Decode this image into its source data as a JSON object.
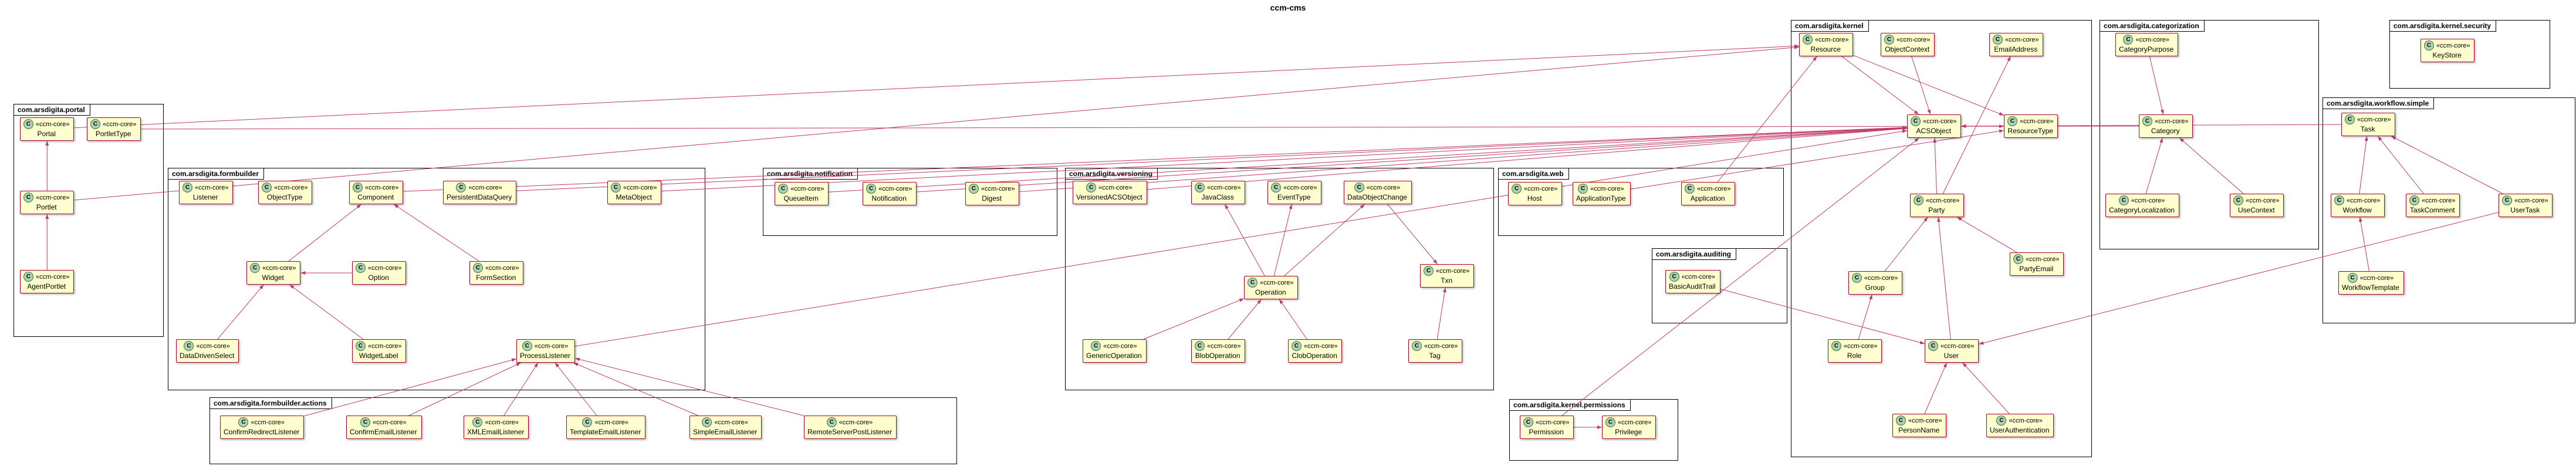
{
  "title": "ccm-cms",
  "stereotype": "«ccm-core»",
  "icon_letter": "C",
  "colors": {
    "background": "#ffffff",
    "class_fill": "#fefece",
    "class_border": "#a80036",
    "package_border": "#000000",
    "edge": "#c0396b",
    "icon_fill": "#add1b2"
  },
  "packages": {
    "portal": "com.arsdigita.portal",
    "formbuilder": "com.arsdigita.formbuilder",
    "formbuilder_actions": "com.arsdigita.formbuilder.actions",
    "notification": "com.arsdigita.notification",
    "versioning": "com.arsdigita.versioning",
    "web": "com.arsdigita.web",
    "kernel": "com.arsdigita.kernel",
    "auditing": "com.arsdigita.auditing",
    "kernel_permissions": "com.arsdigita.kernel.permissions",
    "categorization": "com.arsdigita.categorization",
    "kernel_security": "com.arsdigita.kernel.security",
    "workflow_simple": "com.arsdigita.workflow.simple"
  },
  "classes": {
    "Portal": "Portal",
    "PortletType": "PortletType",
    "Portlet": "Portlet",
    "AgentPortlet": "AgentPortlet",
    "Listener": "Listener",
    "ObjectType": "ObjectType",
    "Component": "Component",
    "PersistentDataQuery": "PersistentDataQuery",
    "MetaObject": "MetaObject",
    "Widget": "Widget",
    "Option": "Option",
    "FormSection": "FormSection",
    "DataDrivenSelect": "DataDrivenSelect",
    "WidgetLabel": "WidgetLabel",
    "ProcessListener": "ProcessListener",
    "ConfirmRedirectListener": "ConfirmRedirectListener",
    "ConfirmEmailListener": "ConfirmEmailListener",
    "XMLEmailListener": "XMLEmailListener",
    "TemplateEmailListener": "TemplateEmailListener",
    "SimpleEmailListener": "SimpleEmailListener",
    "RemoteServerPostListener": "RemoteServerPostListener",
    "QueueItem": "QueueItem",
    "Notification": "Notification",
    "Digest": "Digest",
    "VersionedACSObject": "VersionedACSObject",
    "JavaClass": "JavaClass",
    "EventType": "EventType",
    "DataObjectChange": "DataObjectChange",
    "Operation": "Operation",
    "Txn": "Txn",
    "GenericOperation": "GenericOperation",
    "BlobOperation": "BlobOperation",
    "ClobOperation": "ClobOperation",
    "Tag": "Tag",
    "Host": "Host",
    "ApplicationType": "ApplicationType",
    "Application": "Application",
    "Resource": "Resource",
    "ObjectContext": "ObjectContext",
    "EmailAddress": "EmailAddress",
    "ACSObject": "ACSObject",
    "ResourceType": "ResourceType",
    "Party": "Party",
    "PartyEmail": "PartyEmail",
    "Group": "Group",
    "Role": "Role",
    "User": "User",
    "PersonName": "PersonName",
    "UserAuthentication": "UserAuthentication",
    "BasicAuditTrail": "BasicAuditTrail",
    "Permission": "Permission",
    "Privilege": "Privilege",
    "CategoryPurpose": "CategoryPurpose",
    "Category": "Category",
    "CategoryLocalization": "CategoryLocalization",
    "UseContext": "UseContext",
    "KeyStore": "KeyStore",
    "Task": "Task",
    "Workflow": "Workflow",
    "TaskComment": "TaskComment",
    "UserTask": "UserTask",
    "WorkflowTemplate": "WorkflowTemplate"
  },
  "edges": [
    {
      "from": "AgentPortlet",
      "to": "Portlet"
    },
    {
      "from": "Portlet",
      "to": "Portal"
    },
    {
      "from": "Portal",
      "to": "Resource"
    },
    {
      "from": "PortletType",
      "to": "ResourceType"
    },
    {
      "from": "Portlet",
      "to": "Resource"
    },
    {
      "from": "Widget",
      "to": "Component"
    },
    {
      "from": "FormSection",
      "to": "Component"
    },
    {
      "from": "Option",
      "to": "Widget"
    },
    {
      "from": "WidgetLabel",
      "to": "Widget"
    },
    {
      "from": "DataDrivenSelect",
      "to": "Widget"
    },
    {
      "from": "Component",
      "to": "ACSObject"
    },
    {
      "from": "ProcessListener",
      "to": "ACSObject"
    },
    {
      "from": "PersistentDataQuery",
      "to": "ACSObject"
    },
    {
      "from": "MetaObject",
      "to": "ACSObject"
    },
    {
      "from": "ConfirmRedirectListener",
      "to": "ProcessListener"
    },
    {
      "from": "ConfirmEmailListener",
      "to": "ProcessListener"
    },
    {
      "from": "XMLEmailListener",
      "to": "ProcessListener"
    },
    {
      "from": "TemplateEmailListener",
      "to": "ProcessListener"
    },
    {
      "from": "SimpleEmailListener",
      "to": "ProcessListener"
    },
    {
      "from": "RemoteServerPostListener",
      "to": "ProcessListener"
    },
    {
      "from": "QueueItem",
      "to": "ACSObject"
    },
    {
      "from": "Notification",
      "to": "ACSObject"
    },
    {
      "from": "Digest",
      "to": "ACSObject"
    },
    {
      "from": "VersionedACSObject",
      "to": "ACSObject"
    },
    {
      "from": "GenericOperation",
      "to": "Operation"
    },
    {
      "from": "BlobOperation",
      "to": "Operation"
    },
    {
      "from": "ClobOperation",
      "to": "Operation"
    },
    {
      "from": "Operation",
      "to": "DataObjectChange"
    },
    {
      "from": "Operation",
      "to": "EventType"
    },
    {
      "from": "Operation",
      "to": "JavaClass"
    },
    {
      "from": "DataObjectChange",
      "to": "Txn"
    },
    {
      "from": "Tag",
      "to": "Txn"
    },
    {
      "from": "Application",
      "to": "Resource"
    },
    {
      "from": "ApplicationType",
      "to": "ResourceType"
    },
    {
      "from": "Resource",
      "to": "ACSObject"
    },
    {
      "from": "Resource",
      "to": "ResourceType"
    },
    {
      "from": "ResourceType",
      "to": "ACSObject"
    },
    {
      "from": "ObjectContext",
      "to": "ACSObject"
    },
    {
      "from": "Party",
      "to": "ACSObject"
    },
    {
      "from": "Party",
      "to": "EmailAddress"
    },
    {
      "from": "Group",
      "to": "Party"
    },
    {
      "from": "User",
      "to": "Party"
    },
    {
      "from": "Role",
      "to": "Group"
    },
    {
      "from": "PersonName",
      "to": "User"
    },
    {
      "from": "UserAuthentication",
      "to": "User"
    },
    {
      "from": "PartyEmail",
      "to": "Party"
    },
    {
      "from": "BasicAuditTrail",
      "to": "User"
    },
    {
      "from": "Permission",
      "to": "ACSObject"
    },
    {
      "from": "Permission",
      "to": "Privilege"
    },
    {
      "from": "Category",
      "to": "ACSObject"
    },
    {
      "from": "CategoryPurpose",
      "to": "Category"
    },
    {
      "from": "CategoryLocalization",
      "to": "Category"
    },
    {
      "from": "UseContext",
      "to": "Category"
    },
    {
      "from": "Task",
      "to": "ACSObject"
    },
    {
      "from": "Workflow",
      "to": "Task"
    },
    {
      "from": "UserTask",
      "to": "Task"
    },
    {
      "from": "TaskComment",
      "to": "Task"
    },
    {
      "from": "WorkflowTemplate",
      "to": "Workflow"
    },
    {
      "from": "UserTask",
      "to": "User"
    }
  ]
}
